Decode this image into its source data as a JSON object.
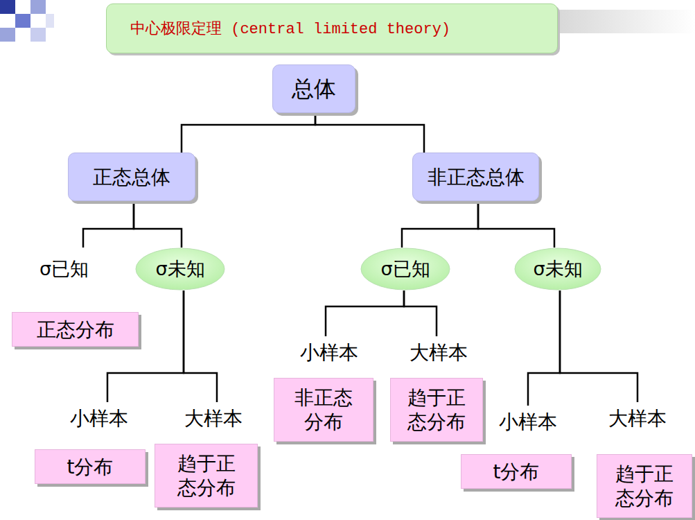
{
  "diagram": {
    "title": "中心极限定理 (central limited theory)",
    "nodes": [
      {
        "text": [
          "总体"
        ]
      },
      {
        "text": [
          "正态总体"
        ]
      },
      {
        "text": [
          "非正态总体"
        ]
      },
      {
        "text": [
          "σ已知"
        ]
      },
      {
        "text": [
          "σ未知"
        ]
      },
      {
        "text": [
          "σ已知"
        ]
      },
      {
        "text": [
          "σ未知"
        ]
      },
      {
        "text": [
          "正态分布"
        ]
      },
      {
        "text": [
          "小样本"
        ]
      },
      {
        "text": [
          "大样本"
        ]
      },
      {
        "text": [
          "非正态分布"
        ]
      },
      {
        "text": [
          "趋于正态分布"
        ]
      },
      {
        "text": [
          "小样本"
        ]
      },
      {
        "text": [
          "大样本"
        ]
      },
      {
        "text": [
          "小样本"
        ]
      },
      {
        "text": [
          "大样本"
        ]
      },
      {
        "text": [
          "t分布"
        ]
      },
      {
        "text": [
          "趋于正态分布"
        ]
      },
      {
        "text": [
          "t分布"
        ]
      },
      {
        "text": [
          "趋于正态分布"
        ]
      }
    ],
    "edges": [
      {
        "from": 0,
        "to": 1,
        "arrow": "none"
      },
      {
        "from": 0,
        "to": 2,
        "arrow": "none"
      },
      {
        "from": 1,
        "to": 3,
        "arrow": "none"
      },
      {
        "from": 1,
        "to": 4,
        "arrow": "none"
      },
      {
        "from": 2,
        "to": 5,
        "arrow": "none"
      },
      {
        "from": 2,
        "to": 6,
        "arrow": "none"
      },
      {
        "from": 4,
        "to": 12,
        "arrow": "none"
      },
      {
        "from": 4,
        "to": 13,
        "arrow": "none"
      },
      {
        "from": 5,
        "to": 8,
        "arrow": "none"
      },
      {
        "from": 5,
        "to": 9,
        "arrow": "none"
      },
      {
        "from": 6,
        "to": 14,
        "arrow": "none"
      },
      {
        "from": 6,
        "to": 15,
        "arrow": "none"
      }
    ]
  }
}
